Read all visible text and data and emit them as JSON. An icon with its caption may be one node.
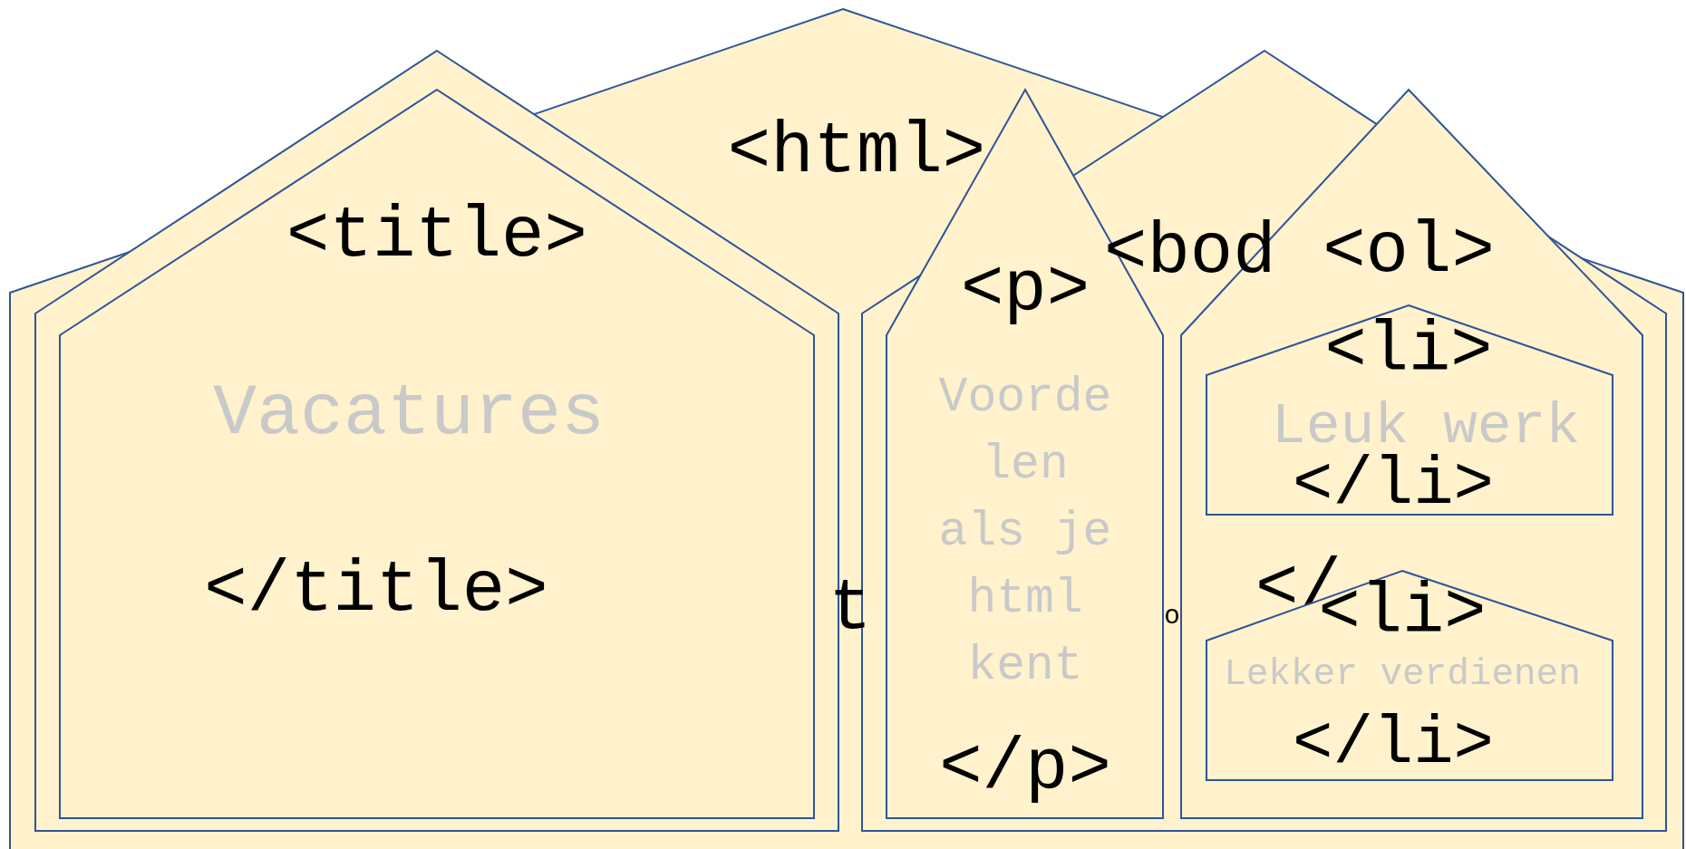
{
  "diagram": {
    "nodes": [
      {
        "text": [
          "<html>",
          "t"
        ]
      },
      {
        "text": [],
        "shape": "house",
        "in": 0
      },
      {
        "text": [
          "<title>",
          "Vacatures",
          "</title>"
        ],
        "in": 1
      },
      {
        "text": [
          "<bod",
          "o"
        ],
        "in": 0
      },
      {
        "text": [
          "<p>",
          "Voordelen als je html kent",
          "</p>"
        ],
        "in": 3
      },
      {
        "text": [
          "<ol>",
          "</"
        ],
        "in": 3
      },
      {
        "text": [
          "<li>",
          "Leuk werk",
          "</li>"
        ],
        "in": 5
      },
      {
        "text": [
          "<li>",
          "Lekker verdienen",
          "</li>"
        ],
        "in": 5
      }
    ]
  }
}
